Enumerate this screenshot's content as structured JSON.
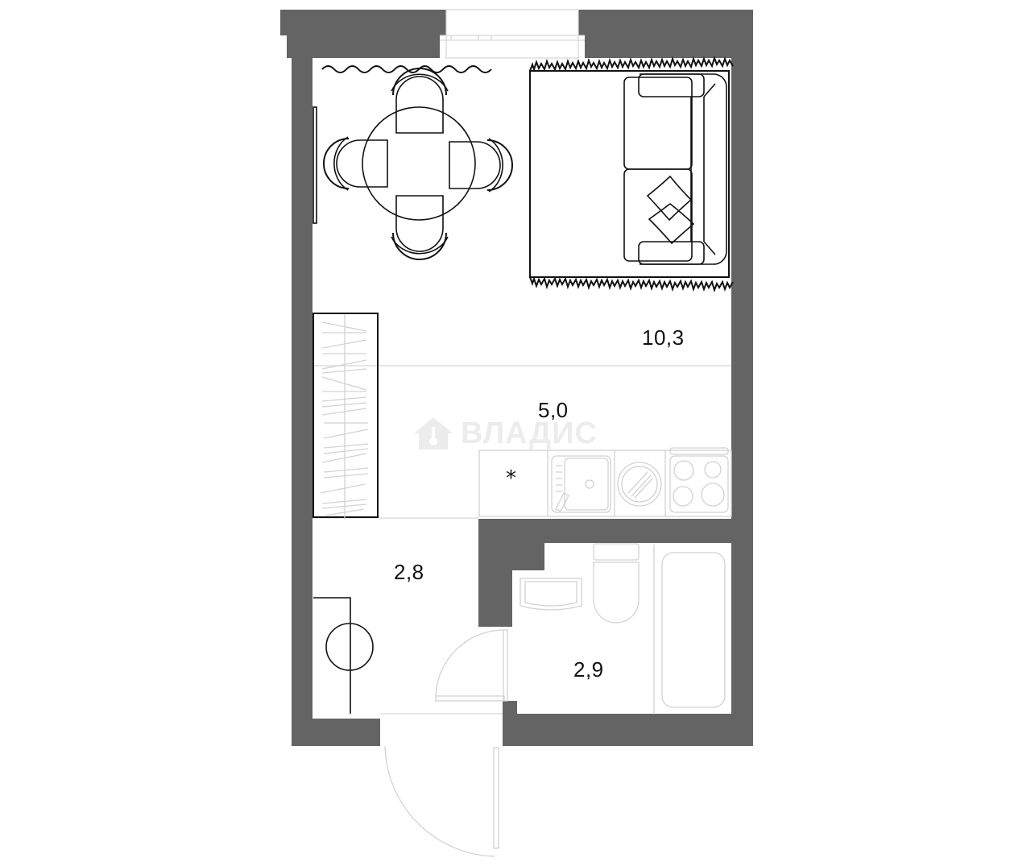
{
  "plan": {
    "type": "studio apartment floor plan",
    "colors": {
      "wall": "#646464",
      "furniture": "#111111",
      "fixtures": "#d2d2d2",
      "background": "#ffffff"
    }
  },
  "rooms": [
    {
      "id": "living",
      "name": "living-room",
      "area": "10,3"
    },
    {
      "id": "kitchen",
      "name": "kitchen",
      "area": "5,0"
    },
    {
      "id": "hall",
      "name": "hallway",
      "area": "2,8"
    },
    {
      "id": "bath",
      "name": "bathroom",
      "area": "2,9"
    }
  ],
  "kitchen": {
    "note_marker": "*"
  },
  "watermark": {
    "text": "ВЛАДИС",
    "icon": "house-key-icon"
  }
}
